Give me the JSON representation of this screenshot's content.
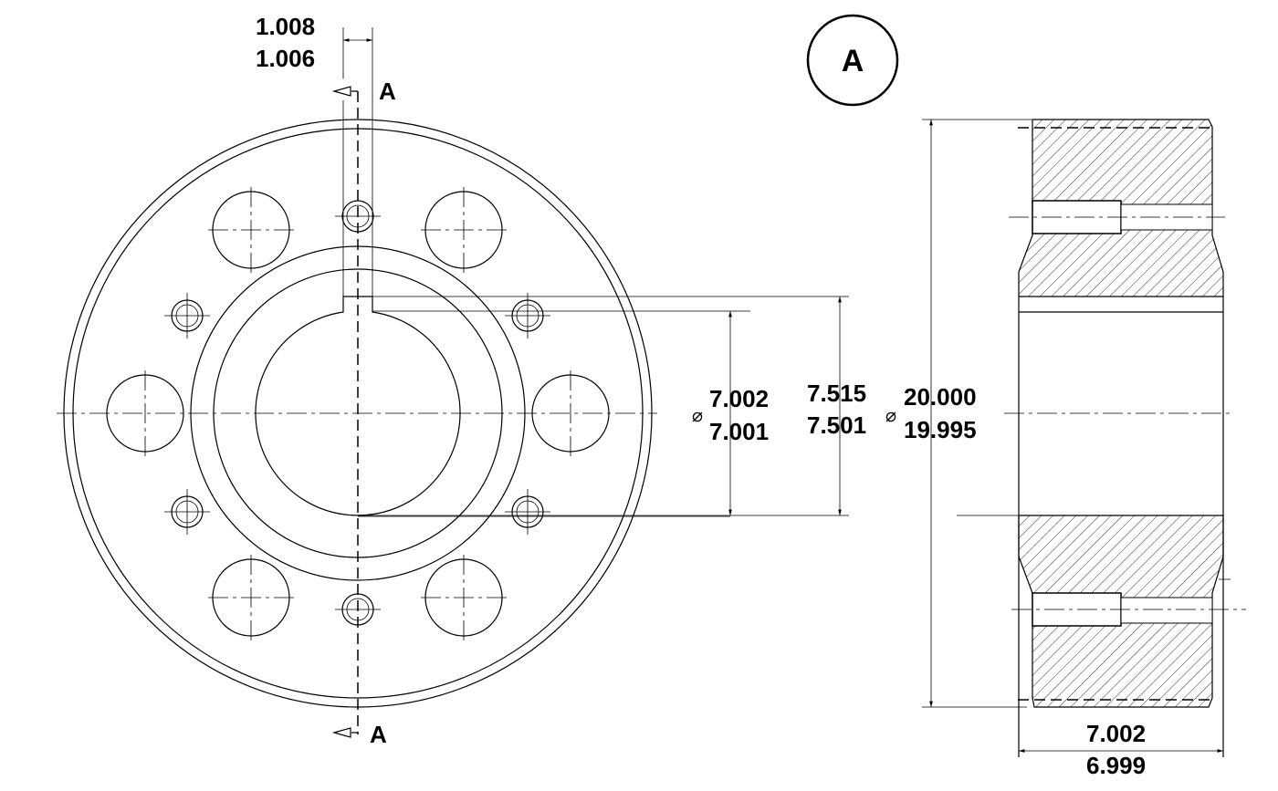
{
  "section_label": "A",
  "section_marker_top": "A",
  "section_marker_bottom": "A",
  "dimensions": {
    "keyway_width": {
      "max": "1.008",
      "min": "1.006"
    },
    "bore_diameter": {
      "symbol": "⌀",
      "max": "7.002",
      "min": "7.001"
    },
    "keyway_depth": {
      "max": "7.515",
      "min": "7.501"
    },
    "outer_diameter": {
      "symbol": "⌀",
      "max": "20.000",
      "min": "19.995"
    },
    "face_width": {
      "max": "7.002",
      "min": "6.999"
    }
  }
}
